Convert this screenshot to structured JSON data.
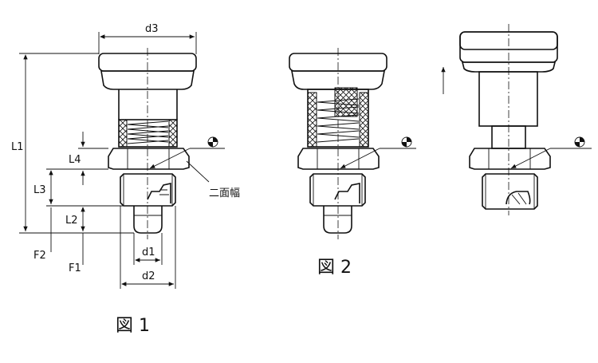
{
  "dimensions": {
    "d3": "d3",
    "L1": "L1",
    "L4": "L4",
    "L3": "L3",
    "L2": "L2",
    "F2": "F2",
    "F1": "F1",
    "d1": "d1",
    "d2": "d2"
  },
  "note_across_flats": "二面幅",
  "captions": {
    "fig1": "図 1",
    "fig2": "図 2"
  }
}
